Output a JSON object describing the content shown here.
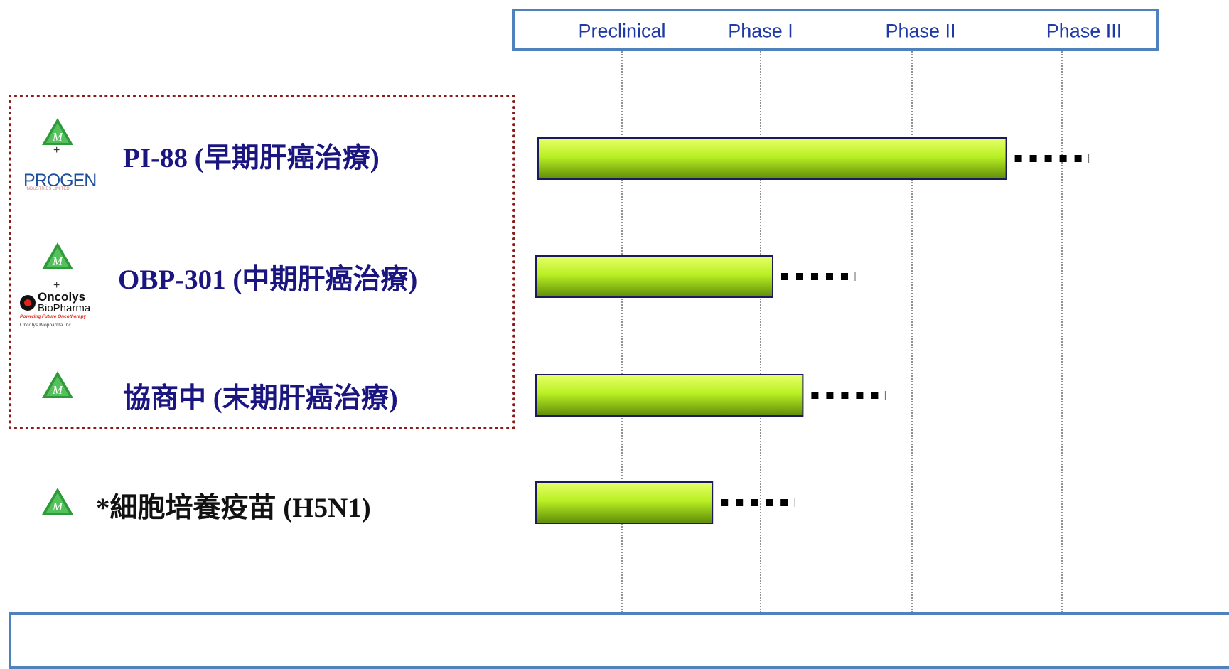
{
  "chart_data": {
    "type": "bar",
    "orientation": "horizontal",
    "phases": [
      "Preclinical",
      "Phase I",
      "Phase II",
      "Phase III"
    ],
    "categories": [
      "PI-88 (早期肝癌治療)",
      "OBP-301 (中期肝癌治療)",
      "協商中 (末期肝癌治療)",
      "*細胞培養疫苗 (H5N1)"
    ],
    "values": [
      3.55,
      2.0,
      2.2,
      1.6
    ],
    "continuation_dots": 5,
    "xlim": [
      0,
      4.3
    ],
    "grid": true,
    "bar_color": "#b8f020",
    "label_colors": [
      "#1b1580",
      "#1b1580",
      "#1b1580",
      "#111111"
    ]
  },
  "partners": {
    "progen": {
      "name": "PROGEN",
      "sub": "INDUSTRIES LIMITED"
    },
    "oncolys": {
      "line1": "Oncolys",
      "line2": "BioPharma",
      "tagline": "Powering Future Oncotherapy",
      "company": "Oncolys Biopharma Inc."
    },
    "plus": "+"
  },
  "icons": [
    "company-m-logo-icon",
    "oncolys-circle-icon"
  ],
  "colors": {
    "header_border": "#4f81bd",
    "box_border": "#8b1a1a",
    "phase_text": "#1f3aa5"
  }
}
